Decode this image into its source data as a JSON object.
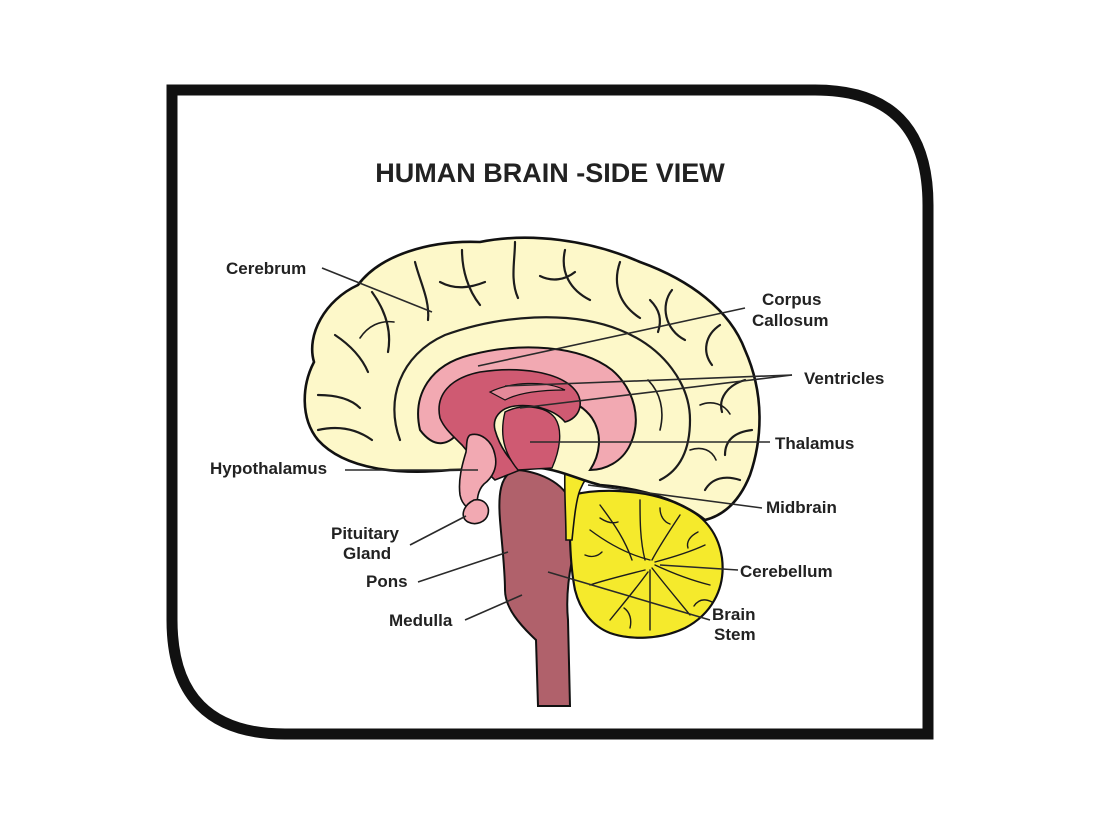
{
  "title": "HUMAN BRAIN -SIDE VIEW",
  "labels": {
    "cerebrum": "Cerebrum",
    "corpus_callosum_1": "Corpus",
    "corpus_callosum_2": "Callosum",
    "ventricles": "Ventricles",
    "thalamus": "Thalamus",
    "hypothalamus": "Hypothalamus",
    "midbrain": "Midbrain",
    "pituitary_1": "Pituitary",
    "pituitary_2": "Gland",
    "pons": "Pons",
    "cerebellum": "Cerebellum",
    "medulla": "Medulla",
    "brain_stem_1": "Brain",
    "brain_stem_2": "Stem"
  },
  "colors": {
    "cerebrum": "#fdf8c9",
    "corpus_callosum": "#f2a9b2",
    "thalamus": "#cf5a72",
    "brain_stem": "#b0616b",
    "cerebellum": "#f5ea2c",
    "midbrain": "#f5ea2c",
    "outline": "#111111"
  }
}
